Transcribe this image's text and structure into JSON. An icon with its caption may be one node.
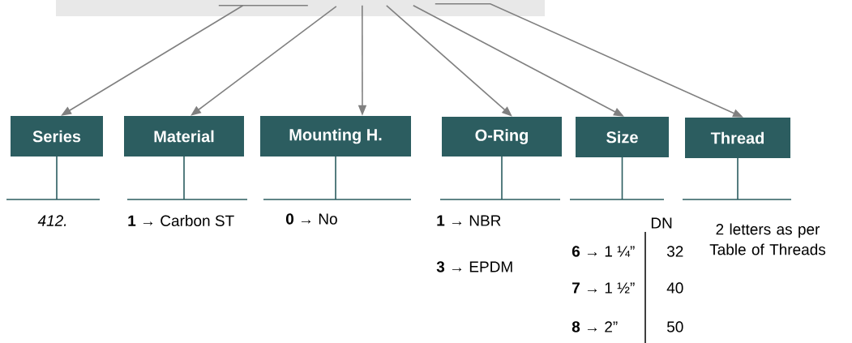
{
  "diagram": {
    "nodes": [
      {
        "text": [],
        "shape": "bar"
      },
      {
        "text": [
          "Series"
        ]
      },
      {
        "text": [
          "Material"
        ]
      },
      {
        "text": [
          "Mounting H."
        ]
      },
      {
        "text": [
          "O-Ring"
        ]
      },
      {
        "text": [
          "Size"
        ]
      },
      {
        "text": [
          "Thread"
        ]
      }
    ],
    "edges": [
      {
        "from": 0,
        "to": 1,
        "arrow": "to"
      },
      {
        "from": 0,
        "to": 2,
        "arrow": "to"
      },
      {
        "from": 0,
        "to": 3,
        "arrow": "to"
      },
      {
        "from": 0,
        "to": 4,
        "arrow": "to"
      },
      {
        "from": 0,
        "to": 5,
        "arrow": "to"
      },
      {
        "from": 0,
        "to": 6,
        "arrow": "to"
      }
    ],
    "labels": [
      "*412.*",
      "**1** → Carbon ST",
      "**0** → No",
      "**1** → NBR",
      "**3** → EPDM",
      "DN",
      "**6** → 1 ¼”",
      "32",
      "**7** → 1 ½”",
      "40",
      "**8** →  2”",
      "50",
      "2 letters as per Table of Threads"
    ]
  }
}
